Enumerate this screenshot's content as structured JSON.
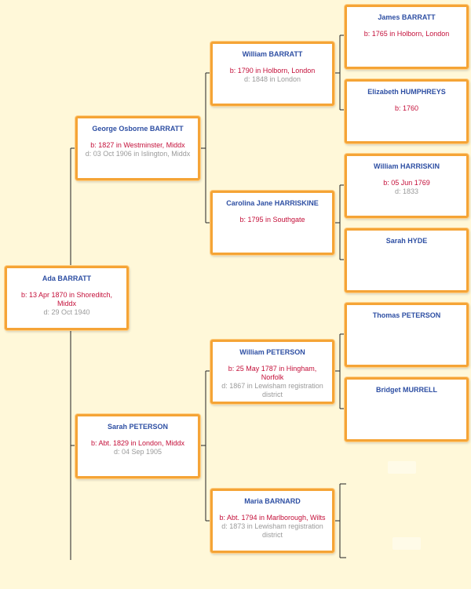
{
  "people": {
    "ada": {
      "name": "Ada BARRATT",
      "birth": "b: 13 Apr 1870 in Shoreditch, Middx",
      "death": "d: 29 Oct 1940"
    },
    "george": {
      "name": "George Osborne BARRATT",
      "birth": "b: 1827 in Westminster, Middx",
      "death": "d: 03 Oct 1906 in Islington, Middx"
    },
    "sarah_p": {
      "name": "Sarah PETERSON",
      "birth": "b: Abt. 1829 in London, Middx",
      "death": "d: 04 Sep 1905"
    },
    "william_b": {
      "name": "William BARRATT",
      "birth": "b: 1790 in Holborn, London",
      "death": "d: 1848 in London"
    },
    "carolina": {
      "name": "Carolina Jane HARRISKINE",
      "birth": "b: 1795 in Southgate",
      "death": ""
    },
    "william_p": {
      "name": "William PETERSON",
      "birth": "b: 25 May 1787 in Hingham, Norfolk",
      "death": "d: 1867 in Lewisham registration district"
    },
    "maria": {
      "name": "Maria BARNARD",
      "birth": "b: Abt. 1794 in Marlborough, Wilts",
      "death": "d: 1873 in Lewisham registration district"
    },
    "james": {
      "name": "James BARRATT",
      "birth": "b: 1765 in Holborn, London",
      "death": ""
    },
    "elizabeth": {
      "name": "Elizabeth HUMPHREYS",
      "birth": "b: 1760",
      "death": ""
    },
    "william_h": {
      "name": "William HARRISKIN",
      "birth": "b: 05 Jun 1769",
      "death": "d: 1833"
    },
    "sarah_h": {
      "name": "Sarah HYDE",
      "birth": "",
      "death": ""
    },
    "thomas": {
      "name": "Thomas PETERSON",
      "birth": "",
      "death": ""
    },
    "bridget": {
      "name": "Bridget MURRELL",
      "birth": "",
      "death": ""
    }
  },
  "colors": {
    "background": "#fff8d9",
    "card_border": "#f5a436",
    "name": "#2e4fa3",
    "birth": "#c4103a",
    "death": "#9a9a9a",
    "connector": "#222222"
  }
}
